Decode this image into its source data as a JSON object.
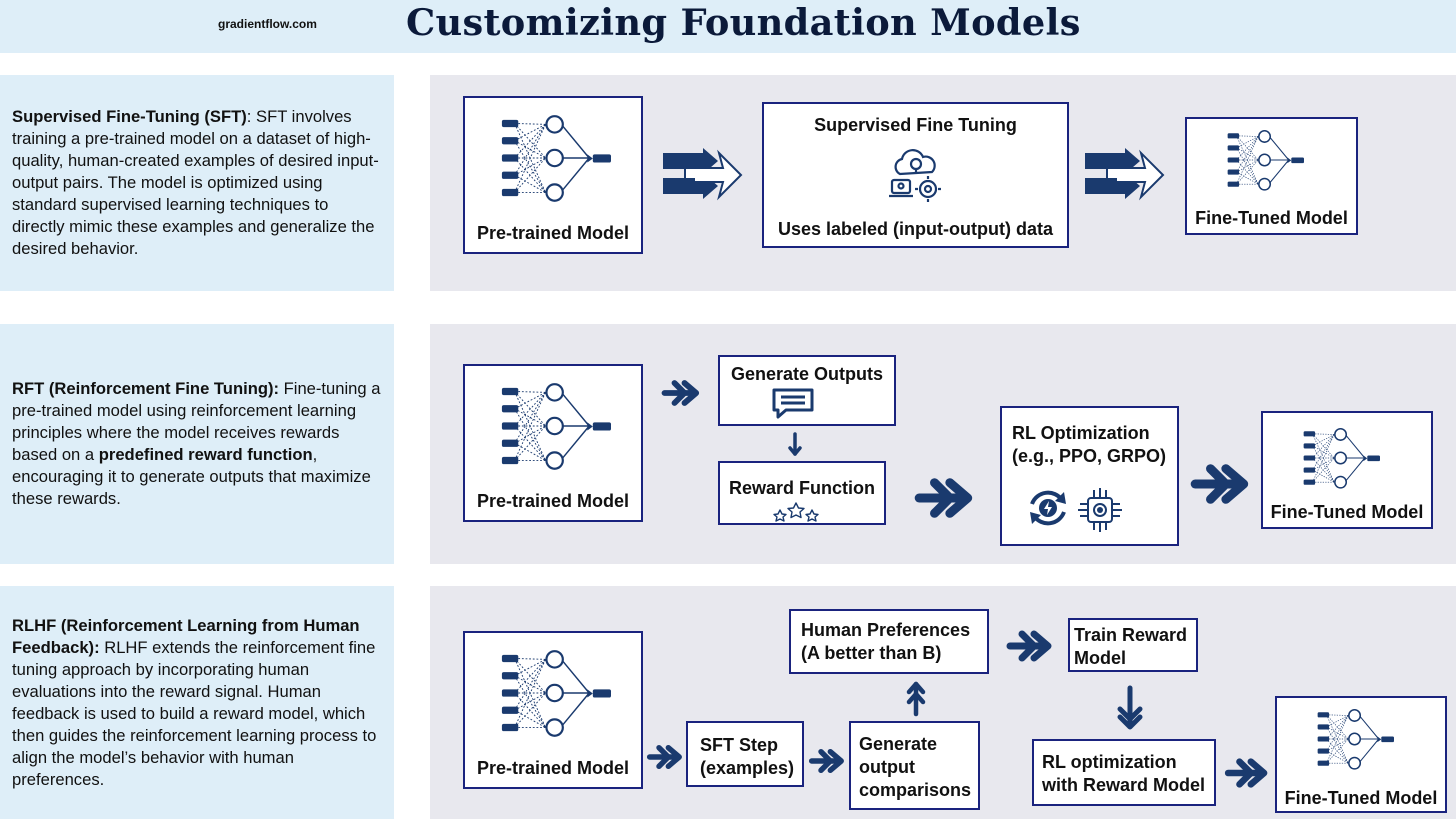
{
  "header": {
    "site": "gradientflow.com",
    "title": "Customizing Foundation Models"
  },
  "colors": {
    "accent": "#1a3a6e",
    "header_bg": "#deeef8",
    "panel_bg": "#e8e8ee",
    "box_border": "#1a237e"
  },
  "sft": {
    "desc_title": "Supervised Fine-Tuning (SFT)",
    "desc_body": ": SFT involves training a pre-trained model on a dataset of high-quality, human-created examples of desired input-output pairs. The model is optimized using standard supervised learning techniques to directly mimic these examples and generalize the desired behavior.",
    "pretrained": "Pre-trained Model",
    "step_title": "Supervised Fine Tuning",
    "step_sub": "Uses labeled (input-output) data",
    "finetuned": "Fine-Tuned Model"
  },
  "rft": {
    "desc_title": "RFT (Reinforcement Fine Tuning):",
    "desc_body1": " Fine-tuning a pre-trained model using reinforcement learning principles where the model receives rewards based on a ",
    "desc_bold": "predefined reward function",
    "desc_body2": ", encouraging it to generate outputs that maximize these rewards.",
    "pretrained": "Pre-trained Model",
    "generate": "Generate Outputs",
    "reward": "Reward Function",
    "rl_line1": "RL Optimization",
    "rl_line2": "(e.g., PPO, GRPO)",
    "finetuned": "Fine-Tuned Model"
  },
  "rlhf": {
    "desc_title": "RLHF (Reinforcement Learning from Human Feedback):",
    "desc_body": " RLHF extends the reinforcement fine tuning approach by incorporating human evaluations into the reward signal. Human feedback is used to build a reward model, which then guides the reinforcement learning process to align the model’s behavior with human preferences.",
    "pretrained": "Pre-trained Model",
    "sft_step_1": "SFT Step",
    "sft_step_2": "(examples)",
    "gen_1": "Generate",
    "gen_2": "output",
    "gen_3": "comparisons",
    "pref_1": "Human Preferences",
    "pref_2": "(A better than B)",
    "train_1": "Train Reward",
    "train_2": "Model",
    "rlopt_1": "RL optimization",
    "rlopt_2": "with Reward Model",
    "finetuned": "Fine-Tuned Model"
  }
}
